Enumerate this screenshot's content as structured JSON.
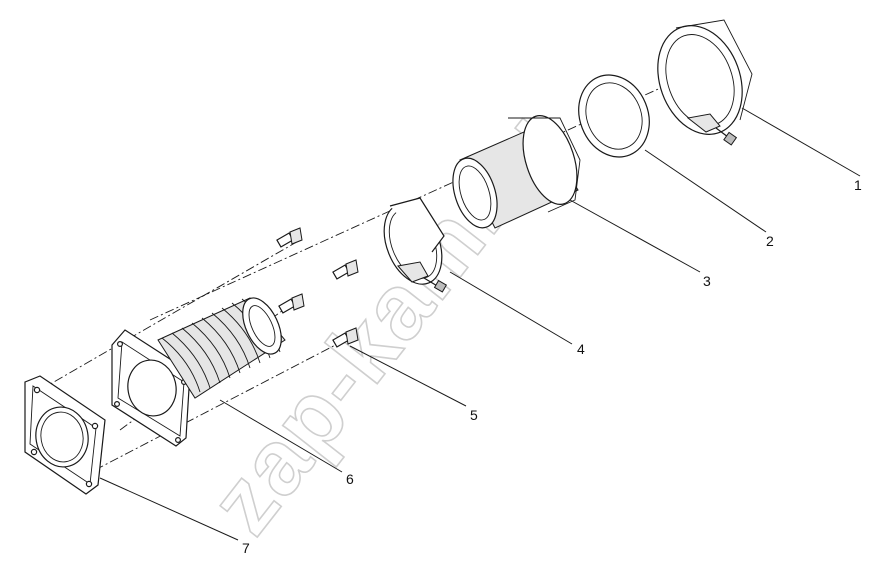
{
  "watermark": "zap-kam.ru",
  "callouts": [
    {
      "id": "1",
      "label": "1"
    },
    {
      "id": "2",
      "label": "2"
    },
    {
      "id": "3",
      "label": "3"
    },
    {
      "id": "4",
      "label": "4"
    },
    {
      "id": "5",
      "label": "5"
    },
    {
      "id": "6",
      "label": "6"
    },
    {
      "id": "7",
      "label": "7"
    }
  ]
}
